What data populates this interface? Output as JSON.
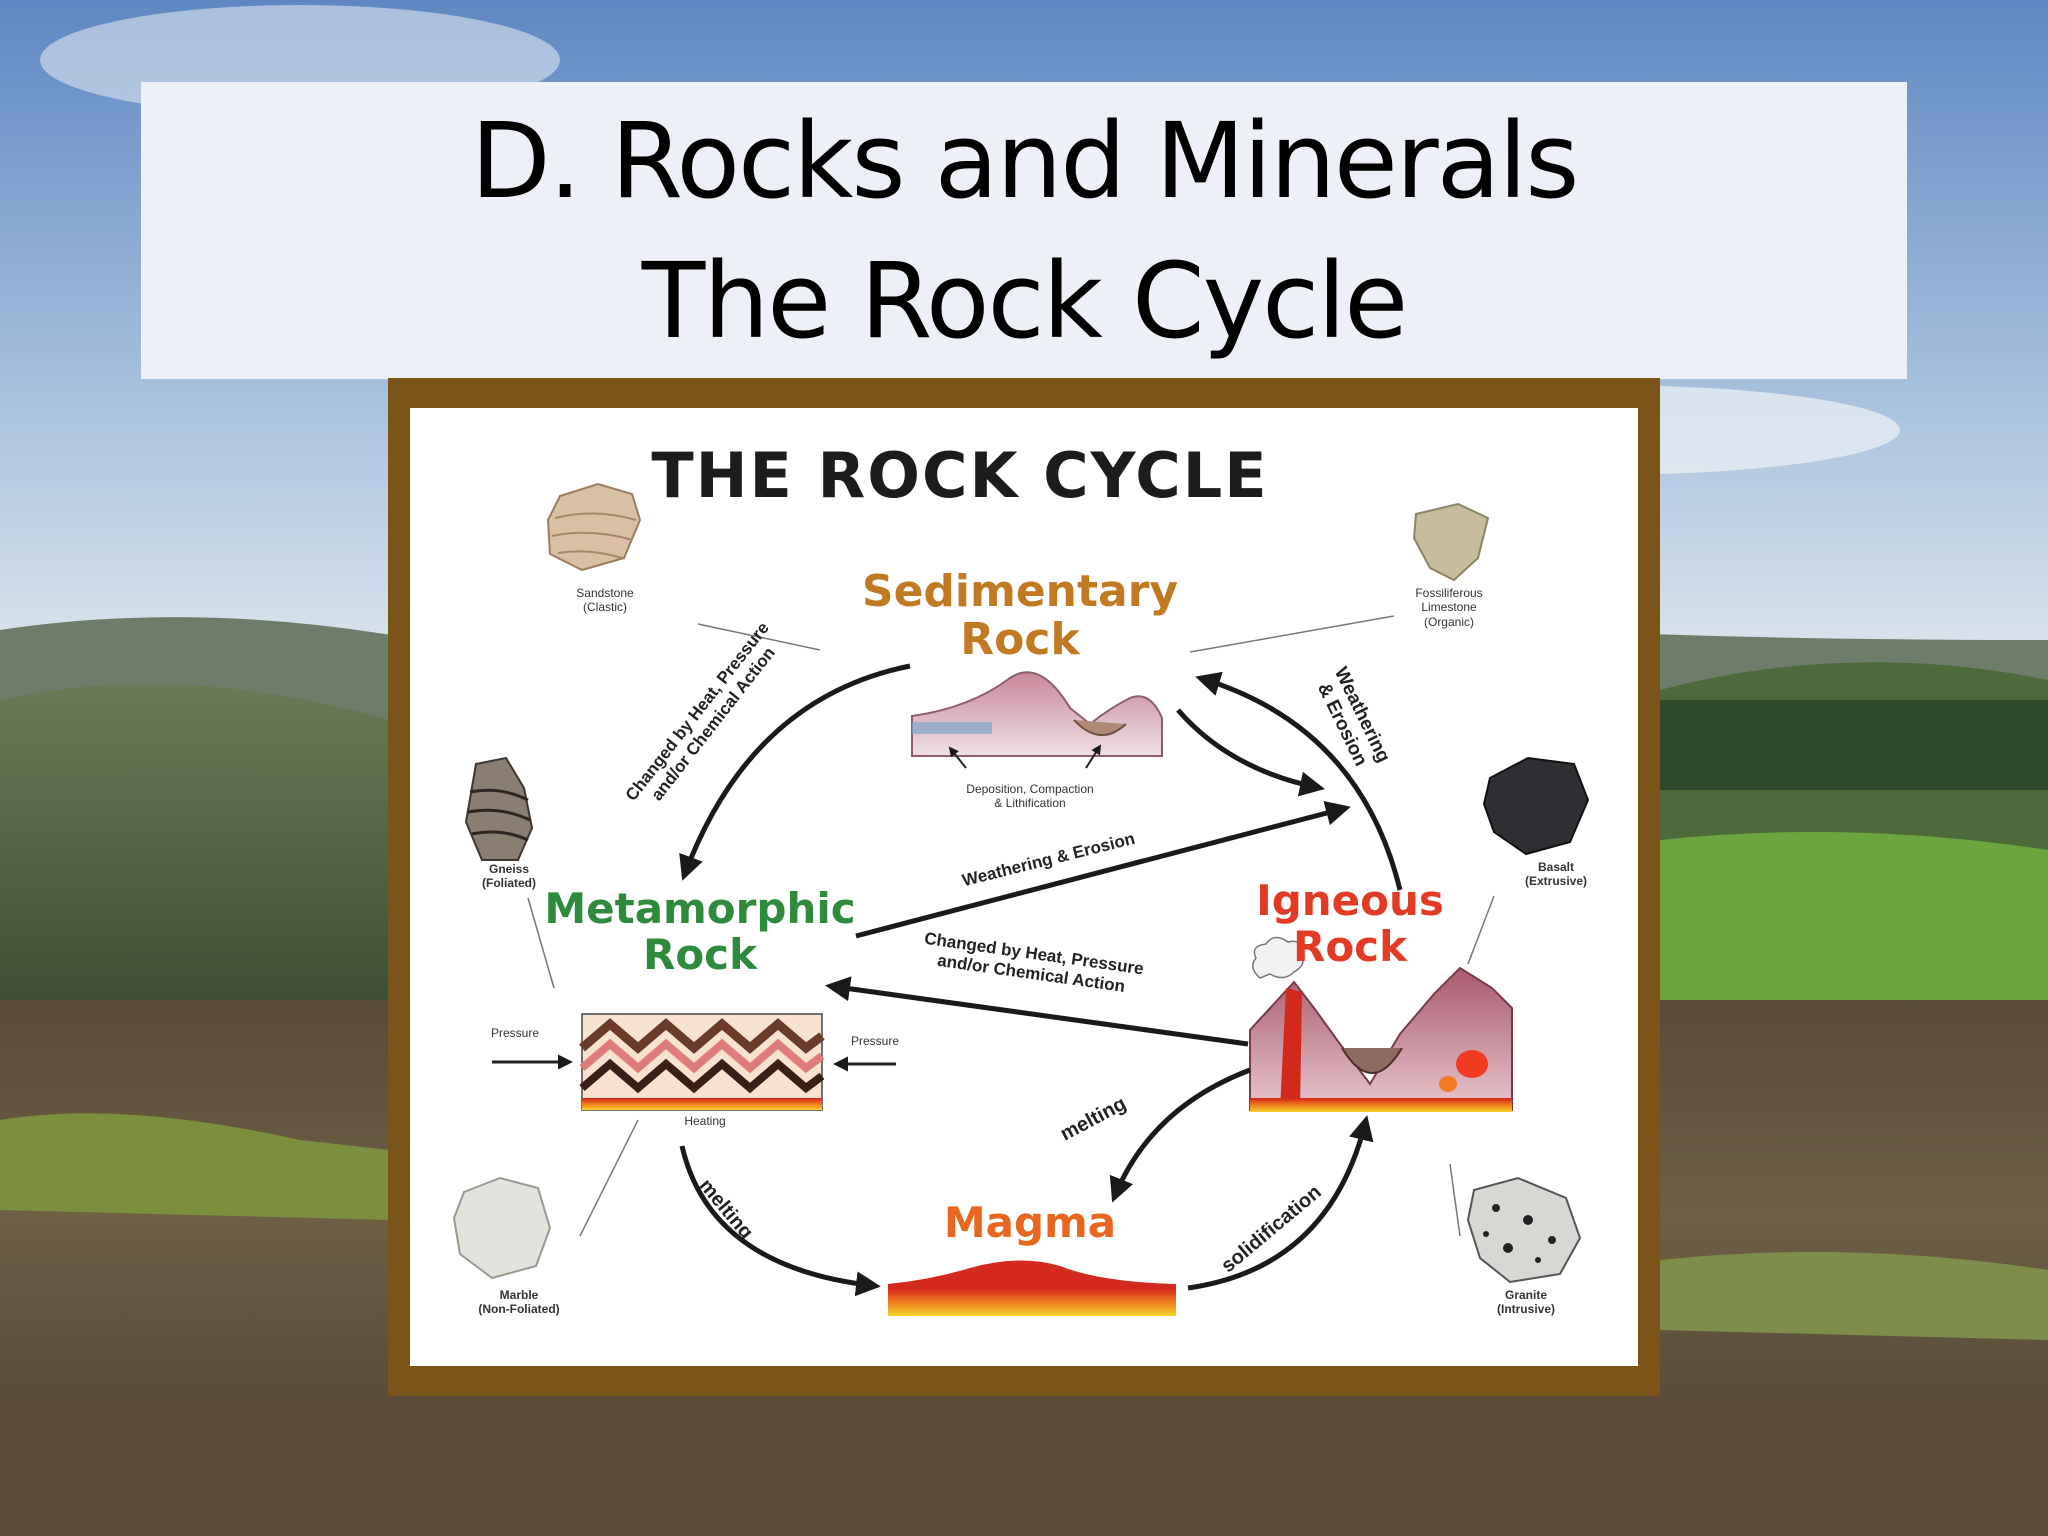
{
  "slide": {
    "title_line1": "D. Rocks and Minerals",
    "title_line2": "The Rock Cycle"
  },
  "diagram": {
    "heading": "THE ROCK CYCLE",
    "nodes": {
      "sedimentary_line1": "Sedimentary",
      "sedimentary_line2": "Rock",
      "metamorphic_line1": "Metamorphic",
      "metamorphic_line2": "Rock",
      "igneous_line1": "Igneous",
      "igneous_line2": "Rock",
      "magma": "Magma"
    },
    "node_colors": {
      "sedimentary": "#c27a22",
      "metamorphic": "#2e8a3c",
      "igneous": "#e23a24",
      "magma": "#e8661e"
    },
    "arrows": {
      "sed_to_meta_line1": "Changed by Heat, Pressure",
      "sed_to_meta_line2": "and/or Chemical Action",
      "ign_to_sed_line1": "Weathering",
      "ign_to_sed_line2": "& Erosion",
      "meta_to_sed": "Weathering & Erosion",
      "ign_to_meta_line1": "Changed by Heat, Pressure",
      "ign_to_meta_line2": "and/or Chemical Action",
      "ign_to_magma": "melting",
      "meta_to_magma": "melting",
      "magma_to_ign": "solidification"
    },
    "small_labels": {
      "deposition_line1": "Deposition, Compaction",
      "deposition_line2": "& Lithification",
      "pressure_left": "Pressure",
      "pressure_right": "Pressure",
      "heating": "Heating"
    },
    "samples": {
      "sandstone_name": "Sandstone",
      "sandstone_type": "(Clastic)",
      "limestone_name1": "Fossiliferous",
      "limestone_name2": "Limestone",
      "limestone_type": "(Organic)",
      "gneiss_name": "Gneiss",
      "gneiss_type": "(Foliated)",
      "basalt_name": "Basalt",
      "basalt_type": "(Extrusive)",
      "marble_name": "Marble",
      "marble_type": "(Non-Foliated)",
      "granite_name": "Granite",
      "granite_type": "(Intrusive)"
    }
  }
}
